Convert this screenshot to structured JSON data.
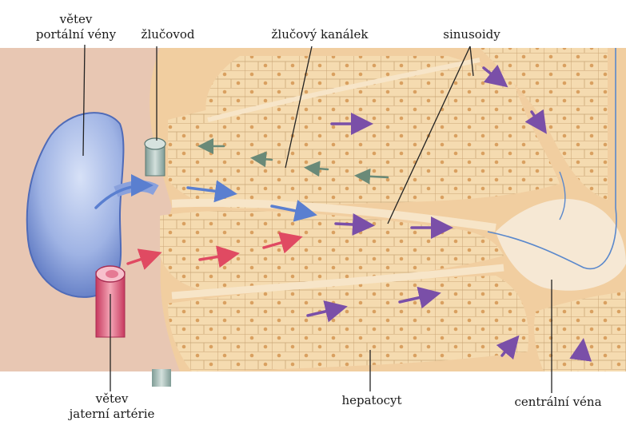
{
  "labels": {
    "portal_vein": {
      "line1": "větev",
      "line2": "portální vény"
    },
    "bile_duct": "žlučovod",
    "bile_canaliculus": "žlučový kanálek",
    "sinusoids": "sinusoidy",
    "hepatic_artery": {
      "line1": "větev",
      "line2": "jaterní artérie"
    },
    "hepatocyte": "hepatocyt",
    "central_vein": "centrální véna"
  },
  "colors": {
    "portal_vein": "#8fa6dd",
    "hepatic_artery": "#d9577a",
    "bile_duct": "#9fb4b0",
    "tissue": "#f4d7a8",
    "cell_border": "#c9a978",
    "nucleus": "#d9a060",
    "arrow_blue": "#5a7fd0",
    "arrow_purple": "#7a4fa8",
    "arrow_red": "#e04a62",
    "arrow_green": "#6a8a78",
    "central_vein_line": "#5a88cc"
  }
}
